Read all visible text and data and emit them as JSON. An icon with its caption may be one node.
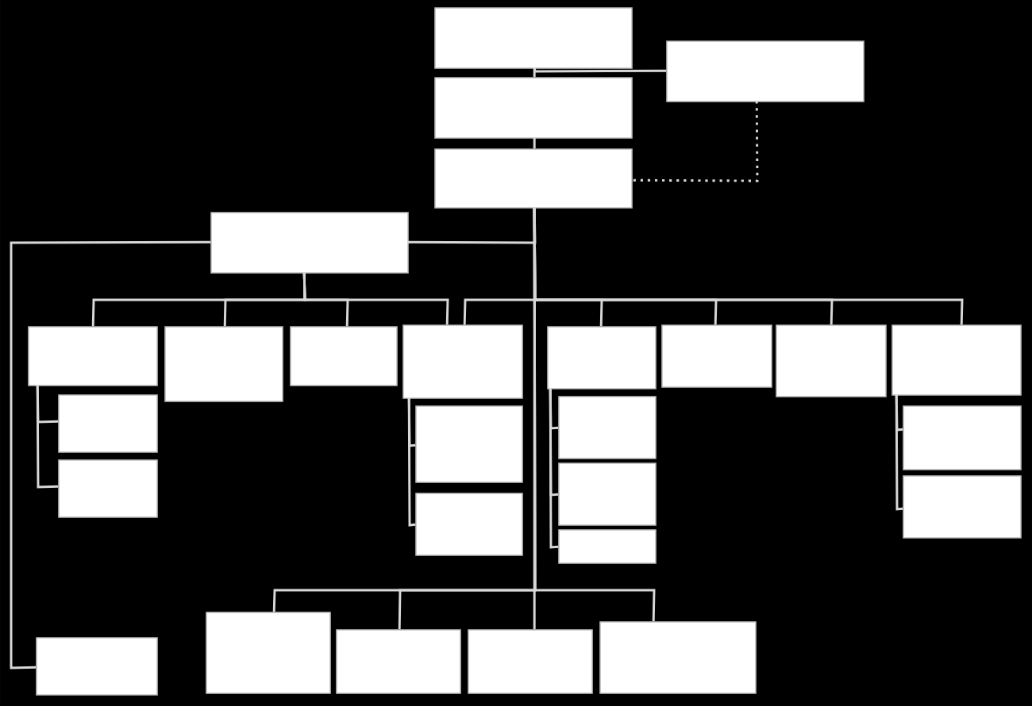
{
  "diagram": {
    "nodes": [
      {
        "text": [],
        "shape": "box"
      },
      {
        "text": [],
        "shape": "box"
      },
      {
        "text": [],
        "shape": "box"
      },
      {
        "text": [],
        "shape": "box"
      },
      {
        "text": [],
        "shape": "box"
      },
      {
        "text": [],
        "shape": "box"
      },
      {
        "text": [],
        "shape": "box"
      },
      {
        "text": [],
        "shape": "box"
      },
      {
        "text": [],
        "shape": "box"
      },
      {
        "text": [],
        "shape": "box"
      },
      {
        "text": [],
        "shape": "box"
      },
      {
        "text": [],
        "shape": "box"
      },
      {
        "text": [],
        "shape": "box"
      },
      {
        "text": [],
        "shape": "box"
      },
      {
        "text": [],
        "shape": "box"
      },
      {
        "text": [],
        "shape": "box"
      },
      {
        "text": [],
        "shape": "box"
      },
      {
        "text": [],
        "shape": "box"
      },
      {
        "text": [],
        "shape": "box"
      },
      {
        "text": [],
        "shape": "box"
      },
      {
        "text": [],
        "shape": "box"
      },
      {
        "text": [],
        "shape": "box"
      },
      {
        "text": [],
        "shape": "box"
      },
      {
        "text": [],
        "shape": "box"
      },
      {
        "text": [],
        "shape": "box"
      },
      {
        "text": [],
        "shape": "box"
      },
      {
        "text": [],
        "shape": "box"
      }
    ],
    "edges": [
      {
        "from": 0,
        "to": 1,
        "arrow": "none"
      },
      {
        "from": 0,
        "to": 2,
        "arrow": "none"
      },
      {
        "from": 2,
        "to": 3,
        "arrow": "none"
      },
      {
        "from": 1,
        "to": 3,
        "arrow": "none",
        "style": "dashed"
      },
      {
        "from": 3,
        "to": 4,
        "arrow": "none"
      },
      {
        "from": 4,
        "to": 22,
        "arrow": "none"
      },
      {
        "from": 4,
        "to": 5,
        "arrow": "none"
      },
      {
        "from": 4,
        "to": 6,
        "arrow": "none"
      },
      {
        "from": 4,
        "to": 7,
        "arrow": "none"
      },
      {
        "from": 4,
        "to": 8,
        "arrow": "none"
      },
      {
        "from": 3,
        "to": 8,
        "arrow": "none"
      },
      {
        "from": 3,
        "to": 9,
        "arrow": "none"
      },
      {
        "from": 3,
        "to": 10,
        "arrow": "none"
      },
      {
        "from": 3,
        "to": 11,
        "arrow": "none"
      },
      {
        "from": 3,
        "to": 12,
        "arrow": "none"
      },
      {
        "from": 5,
        "to": 13,
        "arrow": "none"
      },
      {
        "from": 5,
        "to": 14,
        "arrow": "none"
      },
      {
        "from": 8,
        "to": 15,
        "arrow": "none"
      },
      {
        "from": 8,
        "to": 16,
        "arrow": "none"
      },
      {
        "from": 9,
        "to": 17,
        "arrow": "none"
      },
      {
        "from": 9,
        "to": 18,
        "arrow": "none"
      },
      {
        "from": 9,
        "to": 19,
        "arrow": "none"
      },
      {
        "from": 12,
        "to": 20,
        "arrow": "none"
      },
      {
        "from": 12,
        "to": 21,
        "arrow": "none"
      },
      {
        "from": 3,
        "to": 23,
        "arrow": "none"
      },
      {
        "from": 3,
        "to": 24,
        "arrow": "none"
      },
      {
        "from": 3,
        "to": 25,
        "arrow": "none"
      },
      {
        "from": 3,
        "to": 26,
        "arrow": "none"
      }
    ]
  }
}
